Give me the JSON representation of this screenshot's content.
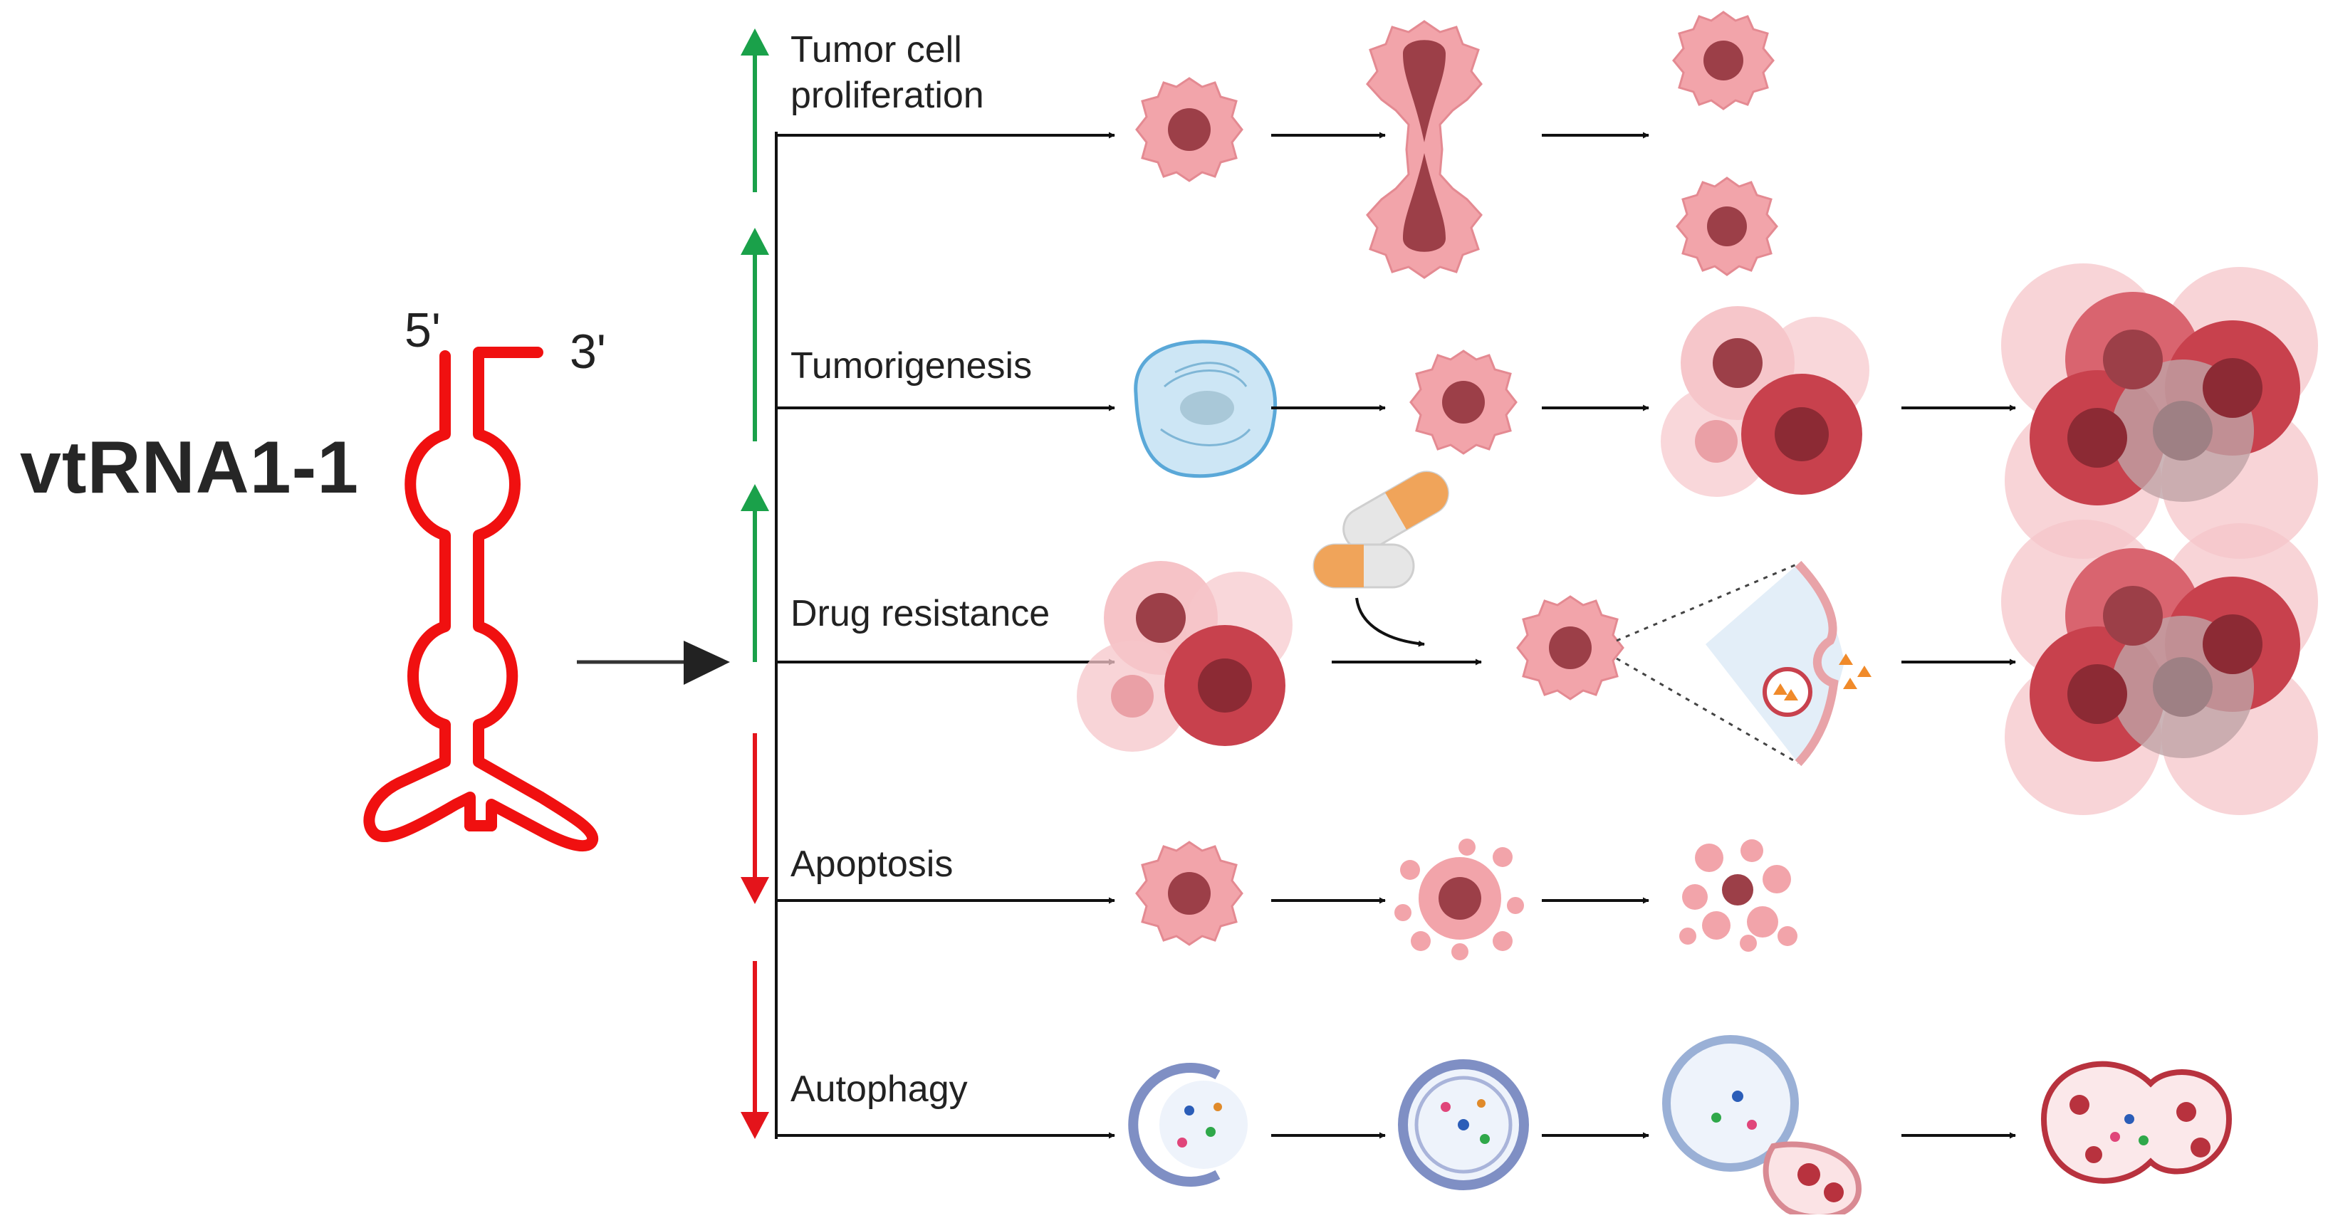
{
  "molecule": {
    "name": "vtRNA1-1",
    "five_prime": "5'",
    "three_prime": "3'"
  },
  "processes": [
    {
      "label_lines": [
        "Tumor cell",
        "proliferation"
      ],
      "direction": "up",
      "arrow_color": "#1aa14a"
    },
    {
      "label_lines": [
        "Tumorigenesis"
      ],
      "direction": "up",
      "arrow_color": "#1aa14a"
    },
    {
      "label_lines": [
        "Drug resistance"
      ],
      "direction": "up",
      "arrow_color": "#1aa14a"
    },
    {
      "label_lines": [
        "Apoptosis"
      ],
      "direction": "down",
      "arrow_color": "#e4141b"
    },
    {
      "label_lines": [
        "Autophagy"
      ],
      "direction": "down",
      "arrow_color": "#e4141b"
    }
  ],
  "colors": {
    "rna": "#f01010",
    "upregulated": "#1aa14a",
    "downregulated": "#e4141b",
    "cell_light": "#f2a4aa",
    "cell_nucleus": "#9c3f48",
    "cell_dark": "#c8414d",
    "normal_cell": "#cde6f5",
    "normal_cell_edge": "#5aa8d8",
    "drug_orange": "#f0a45a",
    "vesicle_edge": "#7f8fc4"
  }
}
